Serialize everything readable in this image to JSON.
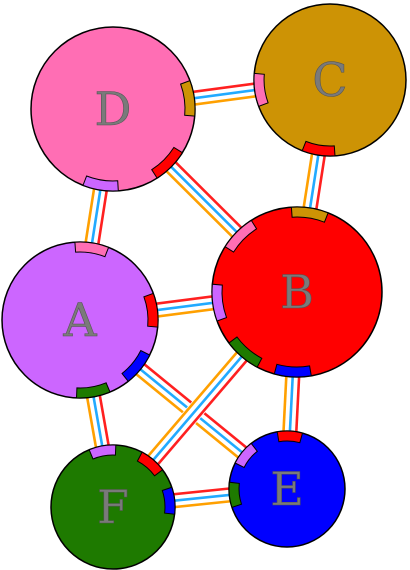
{
  "diagram": {
    "nodes": [
      {
        "id": "D",
        "label": "D",
        "color": "#ff6eb4"
      },
      {
        "id": "C",
        "label": "C",
        "color": "#cd9305"
      },
      {
        "id": "A",
        "label": "A",
        "color": "#cc66ff"
      },
      {
        "id": "B",
        "label": "B",
        "color": "#ff0000"
      },
      {
        "id": "F",
        "label": "F",
        "color": "#1e7a00"
      },
      {
        "id": "E",
        "label": "E",
        "color": "#0000ff"
      }
    ],
    "edges": [
      {
        "from": "D",
        "to": "C"
      },
      {
        "from": "D",
        "to": "A"
      },
      {
        "from": "D",
        "to": "B"
      },
      {
        "from": "C",
        "to": "B"
      },
      {
        "from": "A",
        "to": "B"
      },
      {
        "from": "A",
        "to": "F"
      },
      {
        "from": "A",
        "to": "E"
      },
      {
        "from": "B",
        "to": "F"
      },
      {
        "from": "B",
        "to": "E"
      },
      {
        "from": "F",
        "to": "E"
      }
    ],
    "edge_stripe_colors": [
      "#ff2020",
      "#ffffff",
      "#22aaff",
      "#ffffff",
      "#ffa000"
    ]
  }
}
